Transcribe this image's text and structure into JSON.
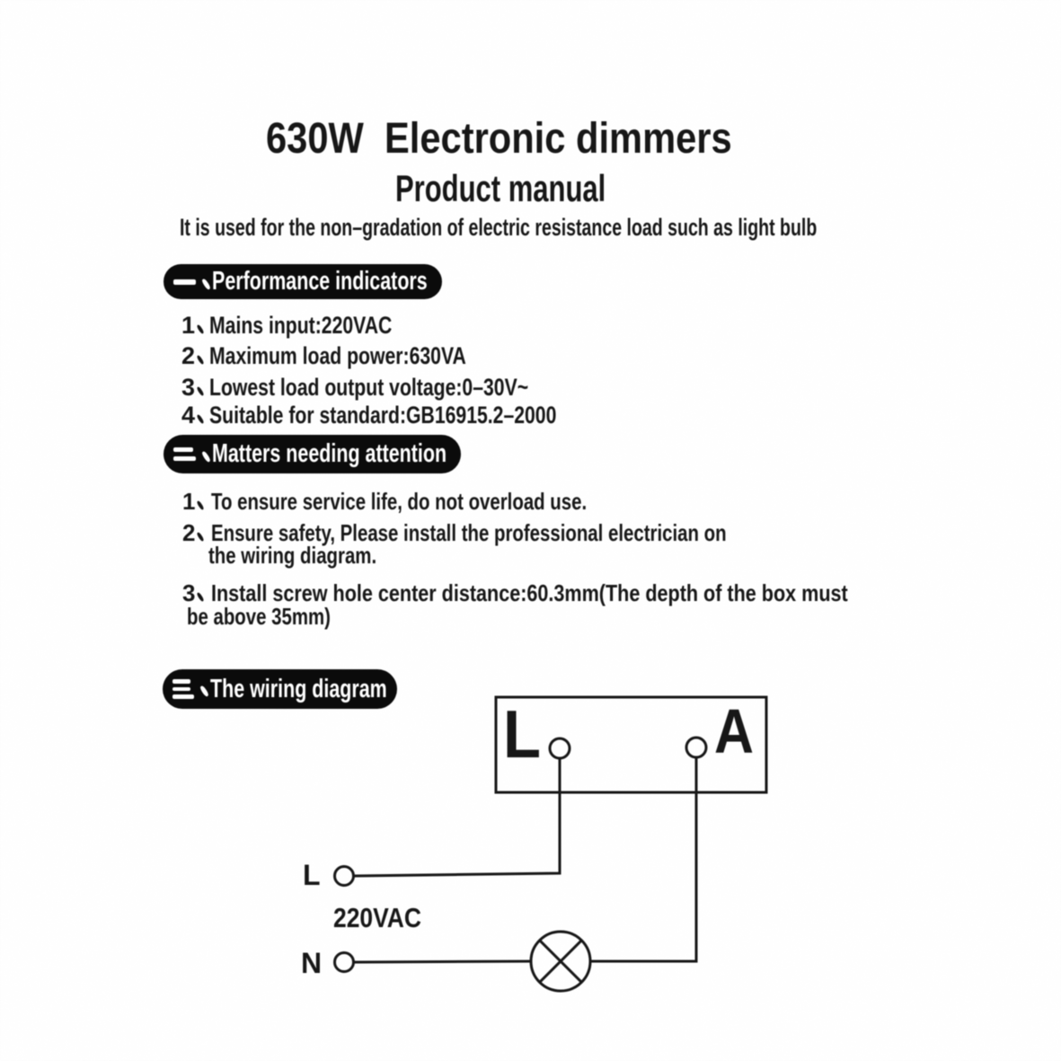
{
  "document": {
    "title": "630W  Electronic dimmers",
    "subtitle": "Product manual",
    "intro": "It is used for the non–gradation of electric resistance load such as light bulb"
  },
  "sections": [
    {
      "number_glyph": "一",
      "heading": "Performance indicators",
      "items": [
        {
          "num": "1",
          "lines": [
            "Mains input:220VAC"
          ]
        },
        {
          "num": "2",
          "lines": [
            "Maximum load power:630VA"
          ]
        },
        {
          "num": "3",
          "lines": [
            "Lowest load output voltage:0–30V~"
          ]
        },
        {
          "num": "4",
          "lines": [
            "Suitable for standard:GB16915.2–2000"
          ]
        }
      ]
    },
    {
      "number_glyph": "二",
      "heading": "Matters needing attention",
      "items": [
        {
          "num": "1",
          "lines": [
            "To ensure service life, do not overload use."
          ]
        },
        {
          "num": "2",
          "lines": [
            "Ensure safety, Please install the professional electrician on",
            "the wiring diagram."
          ]
        },
        {
          "num": "3",
          "lines": [
            "Install screw hole center distance:60.3mm(The depth of the box must",
            "be above 35mm)"
          ]
        }
      ]
    },
    {
      "number_glyph": "三",
      "heading": "The wiring diagram"
    }
  ],
  "diagram": {
    "dimmer_terminal_left": "L",
    "dimmer_terminal_right": "A",
    "live_label": "L",
    "neutral_label": "N",
    "voltage_label": "220VAC"
  },
  "colors": {
    "ink": "#1a1a1a",
    "paper": "#fdfdfd"
  }
}
